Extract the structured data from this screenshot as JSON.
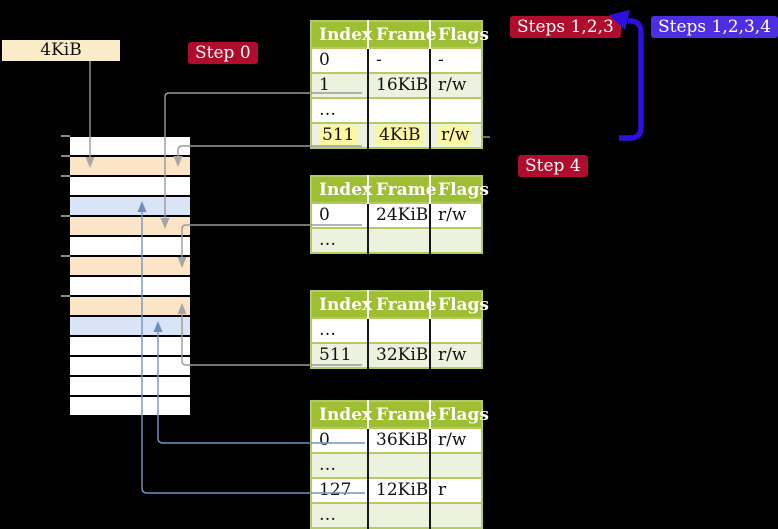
{
  "labels": {
    "frame_4kib": "4KiB",
    "step0": "Step 0",
    "steps123": "Steps 1,2,3",
    "steps1234": "Steps 1,2,3,4",
    "step4": "Step 4"
  },
  "colors": {
    "background": "#000000",
    "table_header_green": "#9EBE33",
    "table_border_green": "#B5CA62",
    "table_alt_row": "#EDF2DE",
    "frame_page_table_peach": "#FCE5C7",
    "frame_mapped_blue": "#D9E5F6",
    "frame_free_white": "#FFFFFF",
    "highlight_yellow": "#FCF7A2",
    "badge_red": "#B00C2D",
    "badge_blue_violet": "#4D2EE2",
    "recursive_arrow_blue": "#2B10DF",
    "connector_grey": "#9A9A9A",
    "connector_steel_blue": "#7493C1",
    "label_wheat": "#FAECC8"
  },
  "memory_strip": {
    "rows": [
      "free",
      "page_table",
      "free",
      "mapped",
      "page_table",
      "free",
      "page_table",
      "free",
      "page_table",
      "mapped",
      "free",
      "free",
      "free",
      "free"
    ]
  },
  "tables": [
    {
      "headers": [
        "Index",
        "Frame",
        "Flags"
      ],
      "rows": [
        {
          "cells": [
            "0",
            "-",
            "-"
          ]
        },
        {
          "cells": [
            "1",
            "16KiB",
            "r/w"
          ]
        },
        {
          "cells": [
            "…",
            "",
            ""
          ]
        },
        {
          "cells": [
            "511",
            "4KiB",
            "r/w"
          ],
          "highlighted": true
        }
      ]
    },
    {
      "headers": [
        "Index",
        "Frame",
        "Flags"
      ],
      "rows": [
        {
          "cells": [
            "0",
            "24KiB",
            "r/w"
          ]
        },
        {
          "cells": [
            "…",
            "",
            ""
          ]
        }
      ]
    },
    {
      "headers": [
        "Index",
        "Frame",
        "Flags"
      ],
      "rows": [
        {
          "cells": [
            "…",
            "",
            ""
          ]
        },
        {
          "cells": [
            "511",
            "32KiB",
            "r/w"
          ]
        }
      ]
    },
    {
      "headers": [
        "Index",
        "Frame",
        "Flags"
      ],
      "rows": [
        {
          "cells": [
            "0",
            "36KiB",
            "r/w"
          ]
        },
        {
          "cells": [
            "…",
            "",
            ""
          ]
        },
        {
          "cells": [
            "127",
            "12KiB",
            "r"
          ]
        },
        {
          "cells": [
            "…",
            "",
            ""
          ]
        }
      ]
    }
  ],
  "connectors": [
    {
      "from": "label-4KiB",
      "to": "memory-frame-4KiB",
      "style": "grey"
    },
    {
      "from": "table1-entry-1",
      "to": "memory-frame-16KiB",
      "style": "grey"
    },
    {
      "from": "table1-entry-511",
      "to": "memory-frame-4KiB",
      "style": "grey"
    },
    {
      "from": "table2-entry-0",
      "to": "memory-frame-24KiB",
      "style": "grey"
    },
    {
      "from": "table3-entry-511",
      "to": "memory-frame-32KiB",
      "style": "grey"
    },
    {
      "from": "table4-entry-0",
      "to": "memory-frame-36KiB",
      "style": "steel-blue"
    },
    {
      "from": "table4-entry-127",
      "to": "memory-frame-12KiB",
      "style": "steel-blue"
    },
    {
      "from": "table1-entry-511",
      "to": "table1-top",
      "style": "thick-blue-recursive"
    }
  ]
}
